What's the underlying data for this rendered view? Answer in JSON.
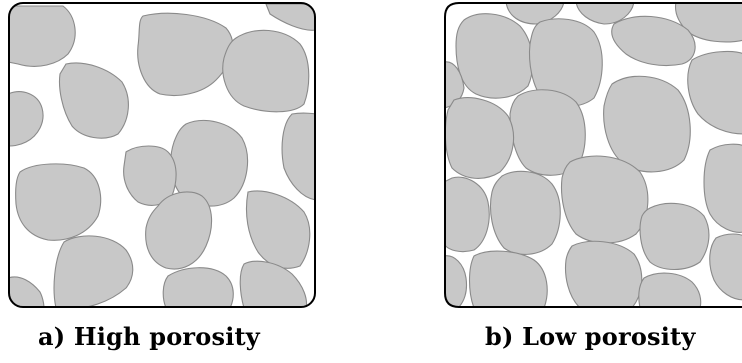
{
  "panels": [
    {
      "id": "a",
      "caption": "a) High porosity"
    },
    {
      "id": "b",
      "caption": "b) Low porosity"
    }
  ],
  "colors": {
    "grain_fill": "#c8c8c8",
    "grain_stroke": "#8a8a8a",
    "frame": "#000000",
    "background": "#ffffff"
  }
}
